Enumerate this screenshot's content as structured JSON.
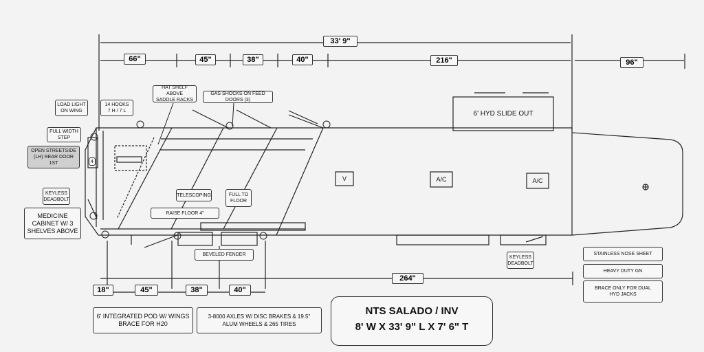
{
  "dimensions": {
    "overall": "33' 9\"",
    "top_66": "66\"",
    "top_45": "45\"",
    "top_38": "38\"",
    "top_40": "40\"",
    "top_216": "216\"",
    "top_96": "96\"",
    "bottom_18": "18\"",
    "bottom_45": "45\"",
    "bottom_38": "38\"",
    "bottom_40": "40\"",
    "bottom_264": "264\""
  },
  "callouts": {
    "load_light": "LOAD LIGHT\nON WING",
    "hooks": "14 HOOKS\n7 H / 7 L",
    "hat_shelf": "HAT SHELF ABOVE\nSADDLE RACKS",
    "gas_shocks": "GAS SHOCKS ON FEED DOORS (3)",
    "full_width_step": "FULL WIDTH\nSTEP",
    "rear_door": "OPEN STREETSIDE\n(LH) REAR DOOR\n1ST",
    "keyless_left": "KEYLESS\nDEADBOLT",
    "medicine_cabinet": "MEDICINE\nCABINET W/ 3\nSHELVES ABOVE",
    "telescoping": "TELESCOPING",
    "full_to_floor": "FULL TO\nFLOOR",
    "raise_floor": "RAISE FLOOR 4\"",
    "beveled_fender": "BEVELED FENDER",
    "keyless_right": "KEYLESS\nDEADBOLT",
    "slide_out": "6' HYD SLIDE OUT",
    "vent": "V",
    "ac1": "A/C",
    "ac2": "A/C",
    "door_number": "4"
  },
  "notes": {
    "pod": "6' INTEGRATED POD W/ WINGS\nBRACE FOR H20",
    "axles": "3-8000 AXLES W/ DISC BRAKES &  19.5\"\nALUM WHEELS & 265 TIRES",
    "nose_sheet": "STAINLESS NOSE SHEET",
    "heavy_gn": "HEAVY DUTY GN",
    "brace_jacks": "BRACE ONLY FOR DUAL\nHYD JACKS"
  },
  "title_block": {
    "line1": "NTS SALADO / INV",
    "line2": "8' W X 33' 9\" L X 7' 6\" T"
  }
}
